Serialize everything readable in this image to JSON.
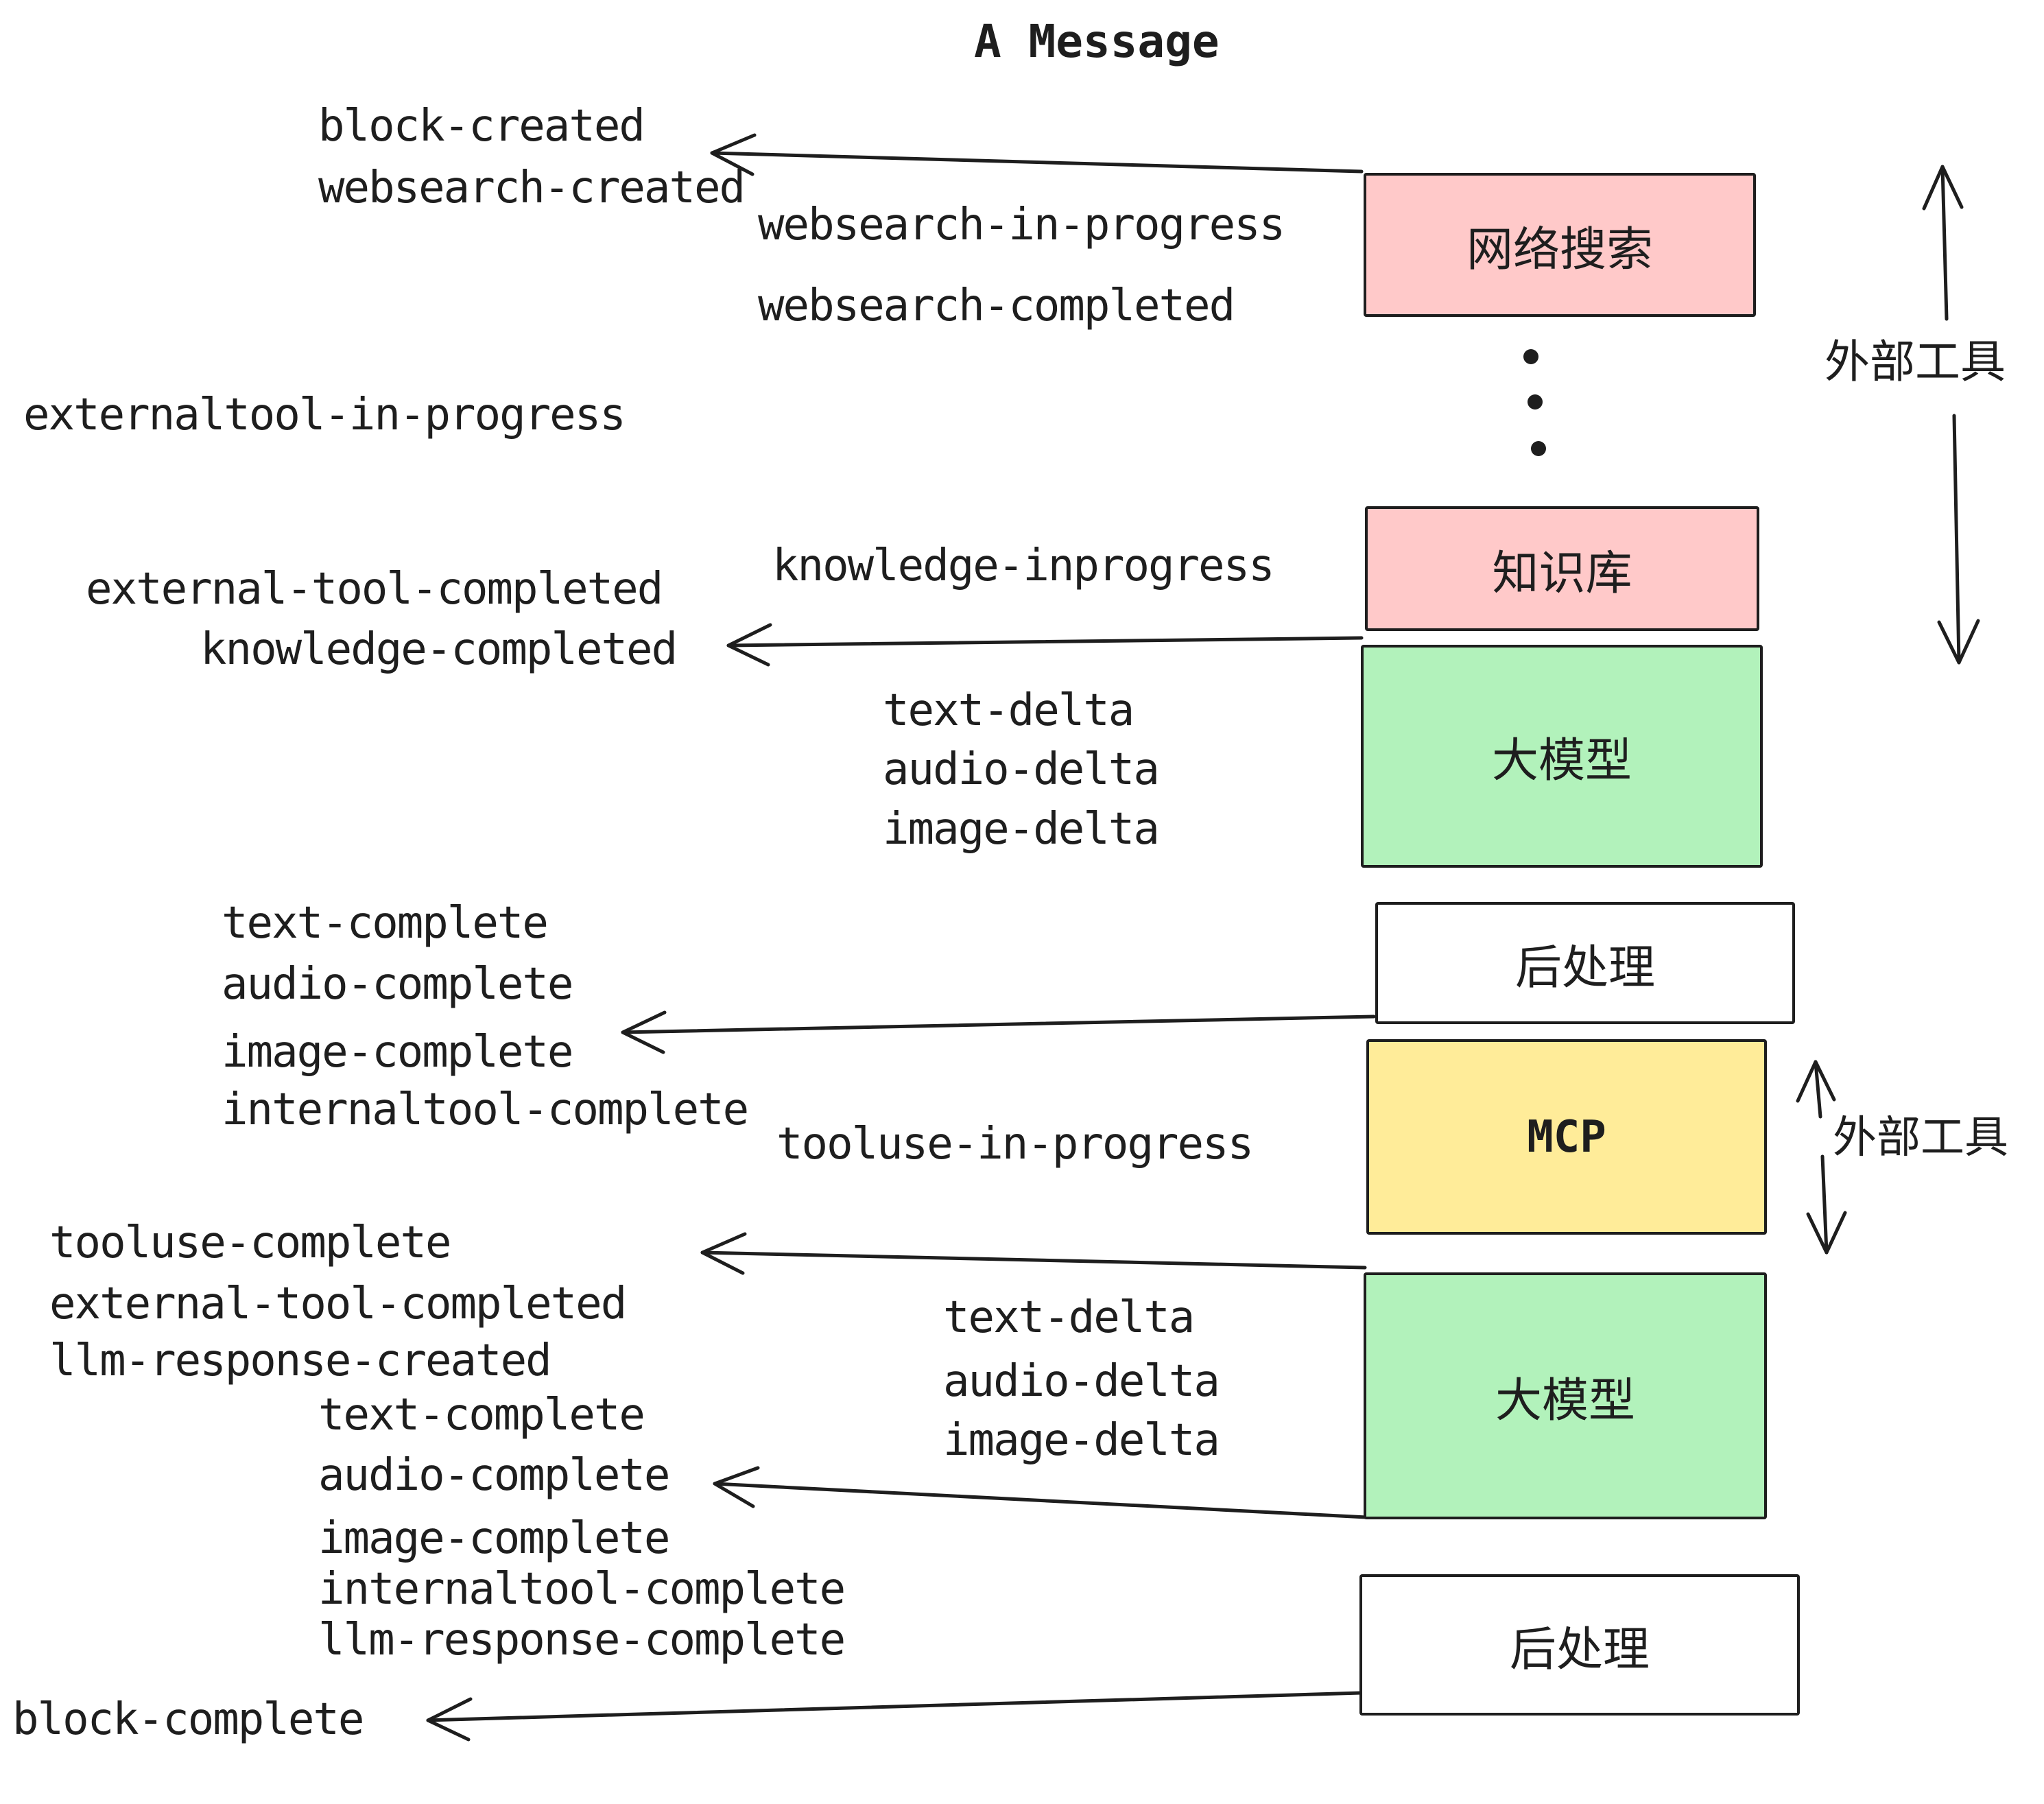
{
  "title": "A Message",
  "events": {
    "block_created": "block-created",
    "websearch_created": "websearch-created",
    "websearch_in_progress": "websearch-in-progress",
    "websearch_completed": "websearch-completed",
    "externaltool_in_progress": "externaltool-in-progress",
    "knowledge_inprogress": "knowledge-inprogress",
    "external_tool_completed_1": "external-tool-completed",
    "knowledge_completed": "knowledge-completed",
    "text_delta_1": "text-delta",
    "audio_delta_1": "audio-delta",
    "image_delta_1": "image-delta",
    "text_complete_1": "text-complete",
    "audio_complete_1": "audio-complete",
    "image_complete_1": "image-complete",
    "internaltool_complete_1": "internaltool-complete",
    "tooluse_in_progress": "tooluse-in-progress",
    "tooluse_complete": "tooluse-complete",
    "external_tool_completed_2": "external-tool-completed",
    "llm_response_created": "llm-response-created",
    "text_delta_2": "text-delta",
    "audio_delta_2": "audio-delta",
    "image_delta_2": "image-delta",
    "text_complete_2": "text-complete",
    "audio_complete_2": "audio-complete",
    "image_complete_2": "image-complete",
    "internaltool_complete_2": "internaltool-complete",
    "llm_response_complete": "llm-response-complete",
    "block_complete": "block-complete"
  },
  "boxes": [
    {
      "id": "websearch",
      "label": "网络搜索",
      "color": "#ffc9c9"
    },
    {
      "id": "knowledge",
      "label": "知识库",
      "color": "#ffc9c9"
    },
    {
      "id": "llm-1",
      "label": "大模型",
      "color": "#b2f2bb"
    },
    {
      "id": "post-1",
      "label": "后处理",
      "color": "#ffffff"
    },
    {
      "id": "mcp",
      "label": "MCP",
      "color": "#ffec99"
    },
    {
      "id": "llm-2",
      "label": "大模型",
      "color": "#b2f2bb"
    },
    {
      "id": "post-2",
      "label": "后处理",
      "color": "#ffffff"
    }
  ],
  "annotations": {
    "external_tools_top": "外部工具",
    "external_tools_middle": "外部工具"
  },
  "icons": {
    "vertical_ellipsis": "three stacked dots between 网络搜索 and 知识库 boxes"
  },
  "colors": {
    "ink": "#1e1e1e",
    "pink_box": "#ffc9c9",
    "green_box": "#b2f2bb",
    "yellow_box": "#ffec99",
    "white_box": "#ffffff",
    "background": "#ffffff"
  }
}
